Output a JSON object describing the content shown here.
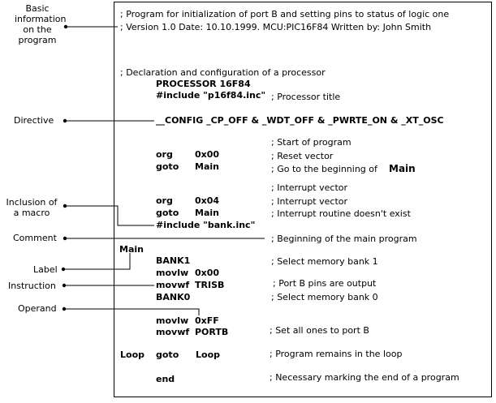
{
  "labels": {
    "basic_info": [
      "Basic",
      "information",
      "on the",
      "program"
    ],
    "directive": "Directive",
    "macro": [
      "Inclusion of",
      "a macro"
    ],
    "comment": "Comment",
    "label": "Label",
    "instruction": "Instruction",
    "operand": "Operand"
  },
  "code": {
    "header_comment_1": "; Program for initialization of port B and setting pins to status of logic one",
    "header_comment_2": "; Version 1.0    Date: 10.10.1999.    MCU:PIC16F84    Written by: John Smith",
    "decl_comment": "; Declaration and configuration of a processor",
    "processor_directive": "PROCESSOR 16F84",
    "include_p16f84": "#include  \"p16f84.inc\"",
    "include_comment": "; Processor title",
    "config_line": "__CONFIG   _CP_OFF & _WDT_OFF & _PWRTE_ON & _XT_OSC",
    "start_comment": "; Start of program",
    "org_1": "org",
    "org_1_operand": "0x00",
    "org_1_comment": "; Reset vector",
    "goto_1": "goto",
    "goto_1_operand": "Main",
    "goto_1_comment": "; Go to the beginning of",
    "goto_1_comment_bold": "Main",
    "interrupt_comment": "; Interrupt vector",
    "org_2": "org",
    "org_2_operand": "0x04",
    "org_2_comment": "; Interrupt vector",
    "goto_2": "goto",
    "goto_2_operand": "Main",
    "goto_2_comment": "; Interrupt routine doesn't exist",
    "include_bank": "#include  \"bank.inc\"",
    "main_comment": "; Beginning of the main program",
    "main_label": "Main",
    "bank1": "BANK1",
    "bank1_comment": "; Select memory bank 1",
    "movlw_1": "movlw",
    "movlw_1_operand": "0x00",
    "movwf_1": "movwf",
    "movwf_1_operand": "TRISB",
    "movwf_1_comment": "; Port B pins are output",
    "bank0": "BANK0",
    "bank0_comment": "; Select memory bank 0",
    "movlw_2": "movlw",
    "movlw_2_operand": "0xFF",
    "movwf_2": "movwf",
    "movwf_2_operand": "PORTB",
    "movwf_2_comment": "; Set all ones to port B",
    "loop_label": "Loop",
    "goto_3": "goto",
    "goto_3_operand": "Loop",
    "goto_3_comment": "; Program remains in the loop",
    "end": "end",
    "end_comment": "; Necessary marking the end of a program"
  }
}
